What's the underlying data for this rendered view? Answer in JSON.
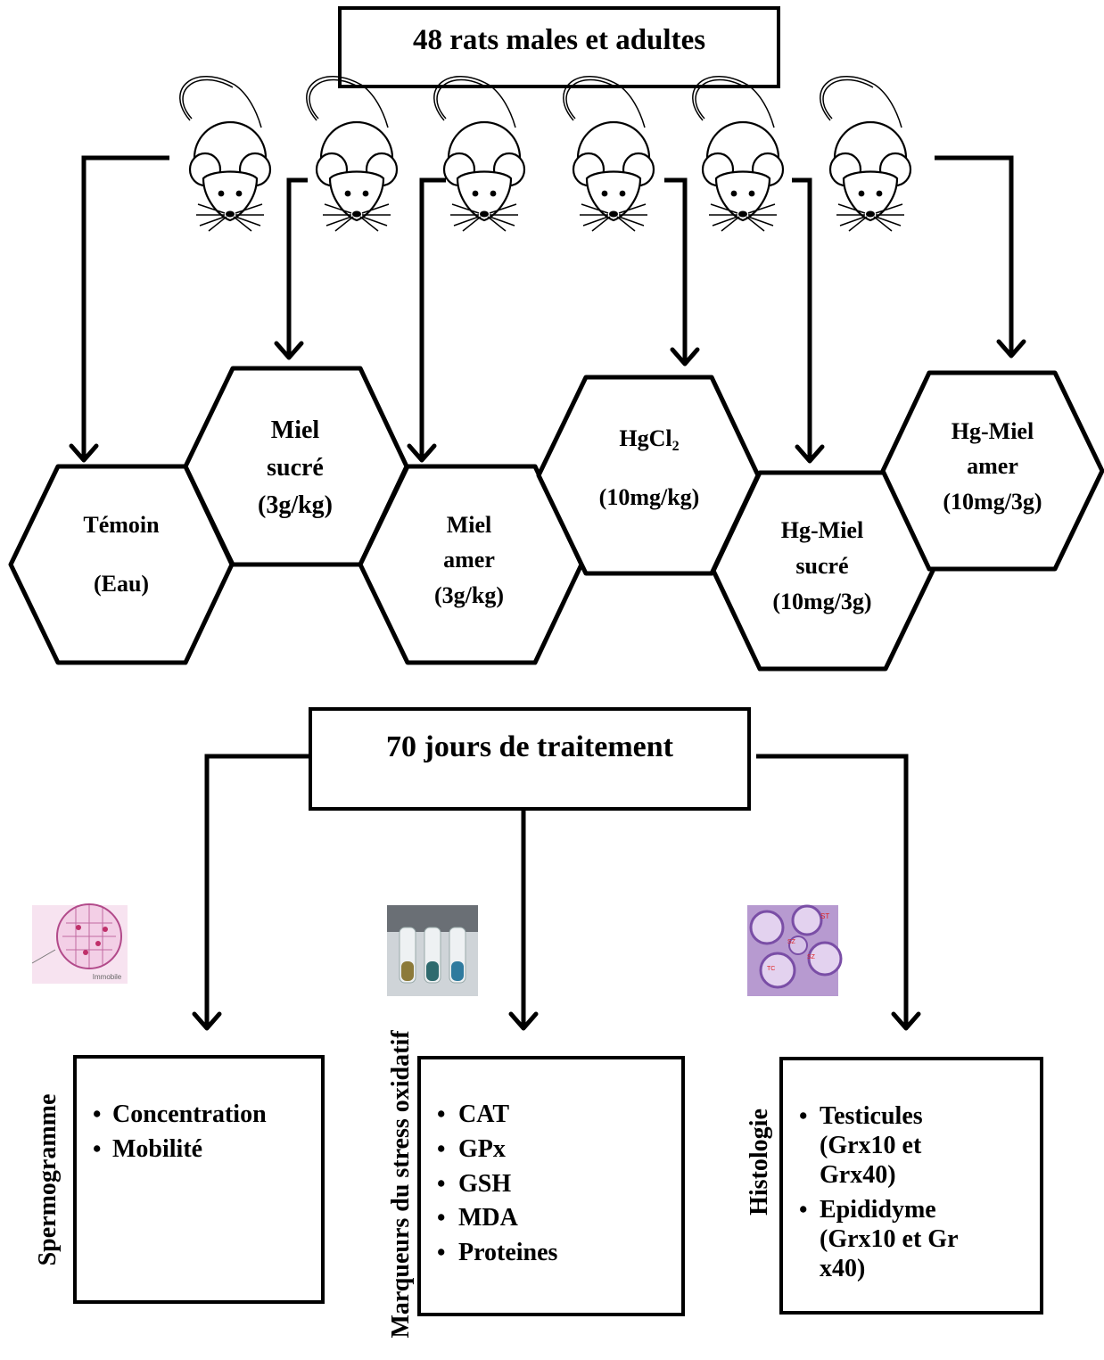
{
  "header": {
    "title": "48 rats males et adultes"
  },
  "groups": [
    {
      "line1": "Témoin",
      "line2": "(Eau)",
      "line3": ""
    },
    {
      "line1": "Miel",
      "line2": "sucré",
      "line3": "(3g/kg)"
    },
    {
      "line1": "Miel",
      "line2": "amer",
      "line3": "(3g/kg)"
    },
    {
      "line1": "HgCl",
      "sub": "2",
      "line2": "(10mg/kg)"
    },
    {
      "line1": "Hg-Miel",
      "line2": "sucré",
      "line3": "(10mg/3g)"
    },
    {
      "line1": "Hg-Miel",
      "line2": "amer",
      "line3": "(10mg/3g)"
    }
  ],
  "treatment": {
    "title": "70 jours de traitement"
  },
  "analyses": [
    {
      "side_label": "Spermogramme",
      "items": [
        "Concentration",
        "Mobilité"
      ]
    },
    {
      "side_label": "Marqueurs du stress oxidatif",
      "items": [
        "CAT",
        "GPx",
        "GSH",
        "MDA",
        "Proteines"
      ]
    },
    {
      "side_label": "Histologie",
      "items": [
        {
          "l1": "Testicules",
          "l2": "(Grx10 et",
          "l3": "Grx40)"
        },
        {
          "l1": "Epididyme",
          "l2": "(Grx10 et Gr",
          "l3": "x40)"
        }
      ]
    }
  ],
  "thumbnails": {
    "sperm_label": "Immobile",
    "histo_labels": [
      "ST",
      "SZ",
      "SZ",
      "TC"
    ]
  },
  "icons": [
    "rat-icon",
    "bullet-icon"
  ],
  "colors": {
    "stroke": "#000000",
    "background": "#ffffff"
  }
}
